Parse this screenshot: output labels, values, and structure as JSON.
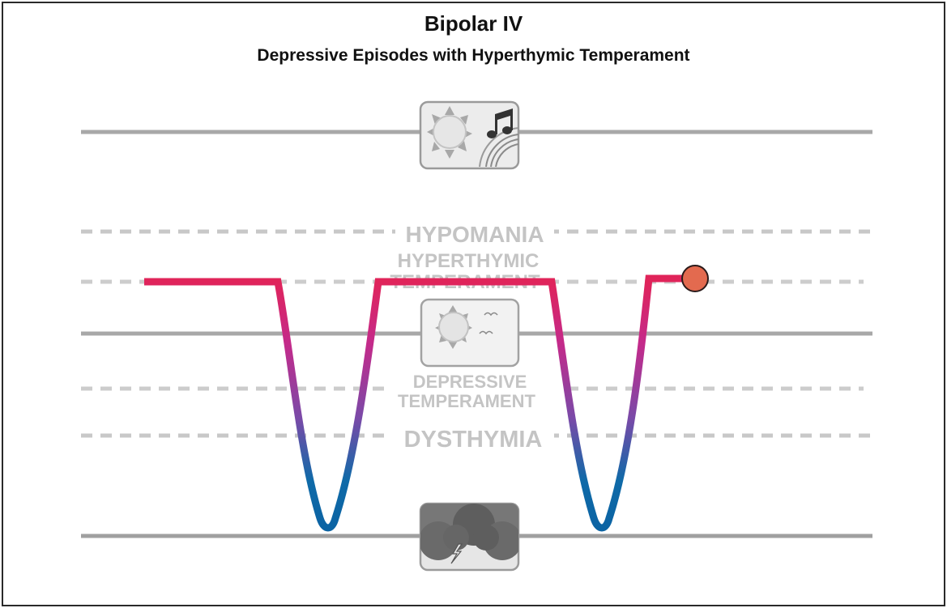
{
  "title": "Bipolar IV",
  "subtitle": "Depressive Episodes with Hyperthymic Temperament",
  "levels": {
    "hypomania": "HYPOMANIA",
    "hyperthymic_line1": "HYPERTHYMIC",
    "hyperthymic_line2": "TEMPERAMENT",
    "depressive_line1": "DEPRESSIVE",
    "depressive_line2": "TEMPERAMENT",
    "dysthymia": "DYSTHYMIA"
  },
  "icons": {
    "top": "sun-and-music-icon",
    "middle": "sun-and-birds-icon",
    "bottom": "storm-cloud-icon"
  },
  "colors": {
    "mood_line_top": "#d9245e",
    "mood_line_mid": "#8a3fa0",
    "mood_line_bottom": "#0e6aa8",
    "end_marker": "#e36a4f",
    "solid_line": "#a8a8a8",
    "dashed_line": "#c8c8c8",
    "label": "#c4c4c4"
  }
}
